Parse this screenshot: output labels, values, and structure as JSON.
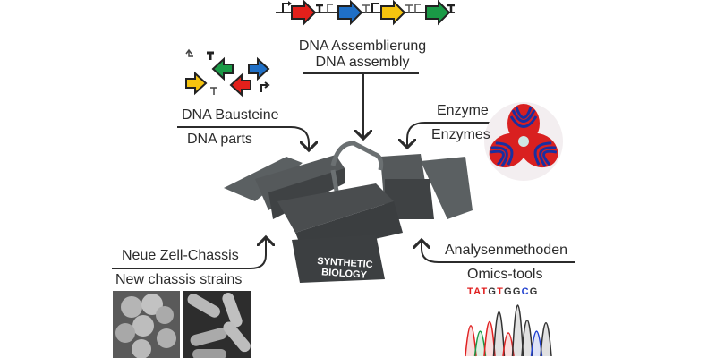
{
  "labels": {
    "assembly_de": "DNA Assemblierung",
    "assembly_en": "DNA assembly",
    "parts_de": "DNA Bausteine",
    "parts_en": "DNA parts",
    "enzyme_de": "Enzyme",
    "enzyme_en": "Enzymes",
    "chassis_de": "Neue Zell-Chassis",
    "chassis_en": "New chassis strains",
    "analysis_de": "Analysenmethoden",
    "analysis_en": "Omics-tools"
  },
  "toolbox": {
    "line1": "SYNTHETIC",
    "line2": "BIOLOGY"
  },
  "sequence": {
    "bases": [
      {
        "b": "T",
        "color": "#e02020"
      },
      {
        "b": "A",
        "color": "#e02020"
      },
      {
        "b": "T",
        "color": "#e02020"
      },
      {
        "b": "G",
        "color": "#333333"
      },
      {
        "b": "T",
        "color": "#e02020"
      },
      {
        "b": "G",
        "color": "#333333"
      },
      {
        "b": "G",
        "color": "#333333"
      },
      {
        "b": "C",
        "color": "#2040d0"
      },
      {
        "b": "G",
        "color": "#333333"
      }
    ]
  },
  "colors": {
    "red": "#e3201b",
    "blue": "#1f6fc6",
    "yellow": "#f6c40f",
    "green": "#1a9a46",
    "arrow": "#2b2b2b",
    "toolbox": "#4a4d4f"
  }
}
